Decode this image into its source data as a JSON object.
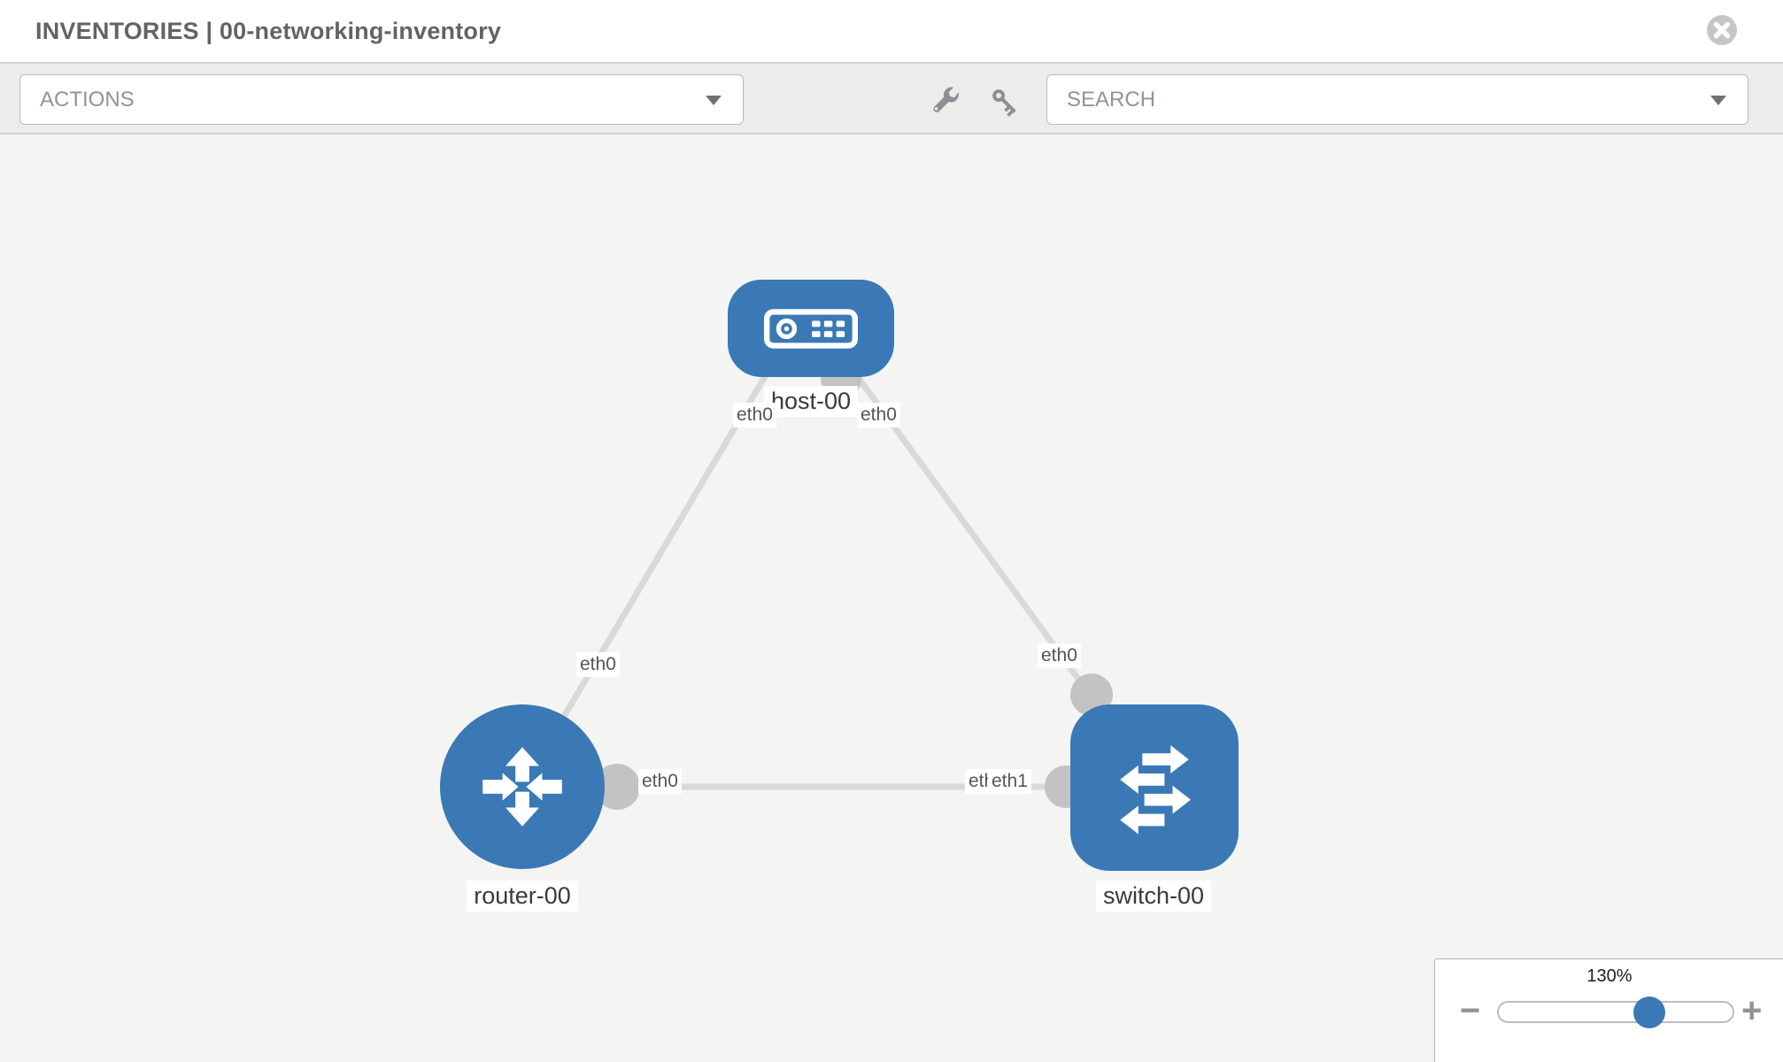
{
  "header": {
    "title": "INVENTORIES | 00-networking-inventory"
  },
  "toolbar": {
    "actions_label": "ACTIONS",
    "search_label": "SEARCH"
  },
  "topology": {
    "nodes": [
      {
        "label": "host-00",
        "type": "host",
        "icon": "host-device-icon"
      },
      {
        "label": "router-00",
        "type": "router",
        "icon": "router-arrows-icon"
      },
      {
        "label": "switch-00",
        "type": "switch",
        "icon": "switch-arrows-icon"
      }
    ],
    "links": [
      {
        "from": "host-00",
        "to": "router-00",
        "from_interface": "eth0",
        "to_interface": "eth0"
      },
      {
        "from": "host-00",
        "to": "switch-00",
        "from_interface": "eth0",
        "to_interface": "eth0"
      },
      {
        "from": "router-00",
        "to": "switch-00",
        "from_interface": "eth0",
        "to_interface": "eth1"
      }
    ]
  },
  "zoom_control": {
    "level": "130%",
    "minus_symbol": "−",
    "plus_symbol": "+"
  },
  "colors": {
    "node_blue": "#3a79b5",
    "link_gray": "#d9d9d9",
    "port_gray": "#c3c3c3",
    "toolbar_gray": "#ececeb",
    "canvas_gray": "#f4f4f2"
  }
}
